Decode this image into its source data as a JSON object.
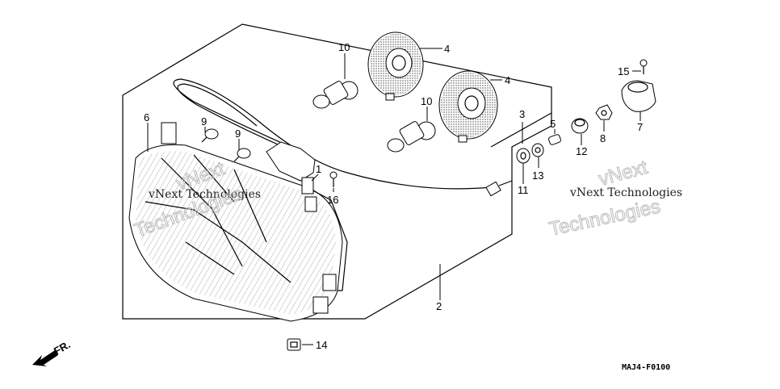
{
  "callouts": {
    "c1": "1",
    "c2": "2",
    "c3": "3",
    "c4a": "4",
    "c4b": "4",
    "c5": "5",
    "c6": "6",
    "c7": "7",
    "c8": "8",
    "c9a": "9",
    "c9b": "9",
    "c10a": "10",
    "c10b": "10",
    "c11": "11",
    "c12": "12",
    "c13": "13",
    "c14": "14",
    "c15": "15",
    "c16": "16"
  },
  "diagram_code": "MAJ4-F0100",
  "front_label": "FR.",
  "watermark": {
    "a_line1": "vNext",
    "a_line2": "vNext Technologies",
    "a_line3": "Technologies",
    "b_line1": "vNext",
    "b_line2": "vNext Technologies",
    "b_line3": "Technologies"
  }
}
